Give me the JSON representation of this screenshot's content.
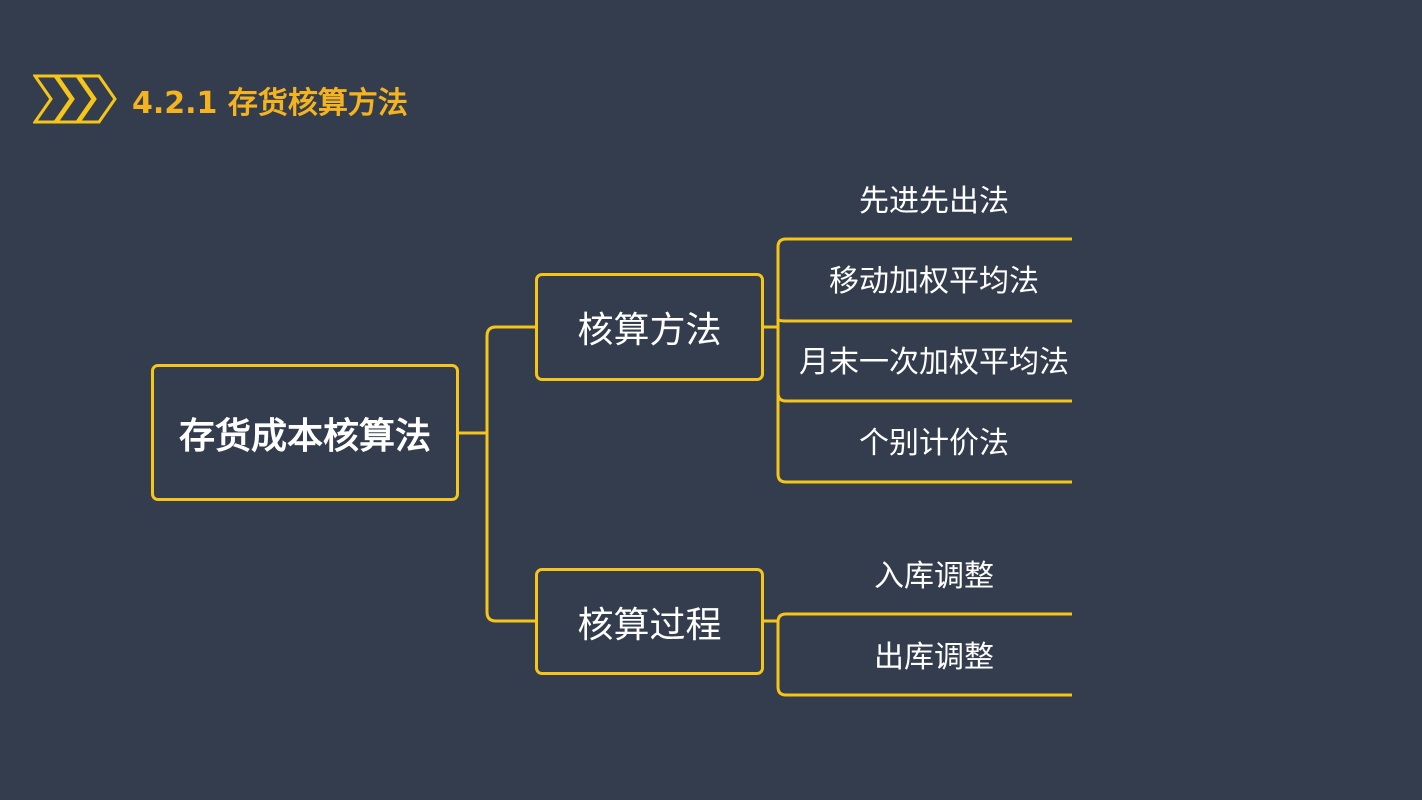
{
  "title": "4.2.1 存货核算方法",
  "header_icon": "triple-chevron-icon",
  "colors": {
    "background": "#343d4e",
    "accent": "#f5c518",
    "title": "#f5b41f",
    "text": "#ffffff"
  },
  "root": {
    "label": "存货成本核算法"
  },
  "branches": [
    {
      "label": "核算方法",
      "leaves": [
        "先进先出法",
        "移动加权平均法",
        "月末一次加权平均法",
        "个别计价法"
      ]
    },
    {
      "label": "核算过程",
      "leaves": [
        "入库调整",
        "出库调整"
      ]
    }
  ]
}
